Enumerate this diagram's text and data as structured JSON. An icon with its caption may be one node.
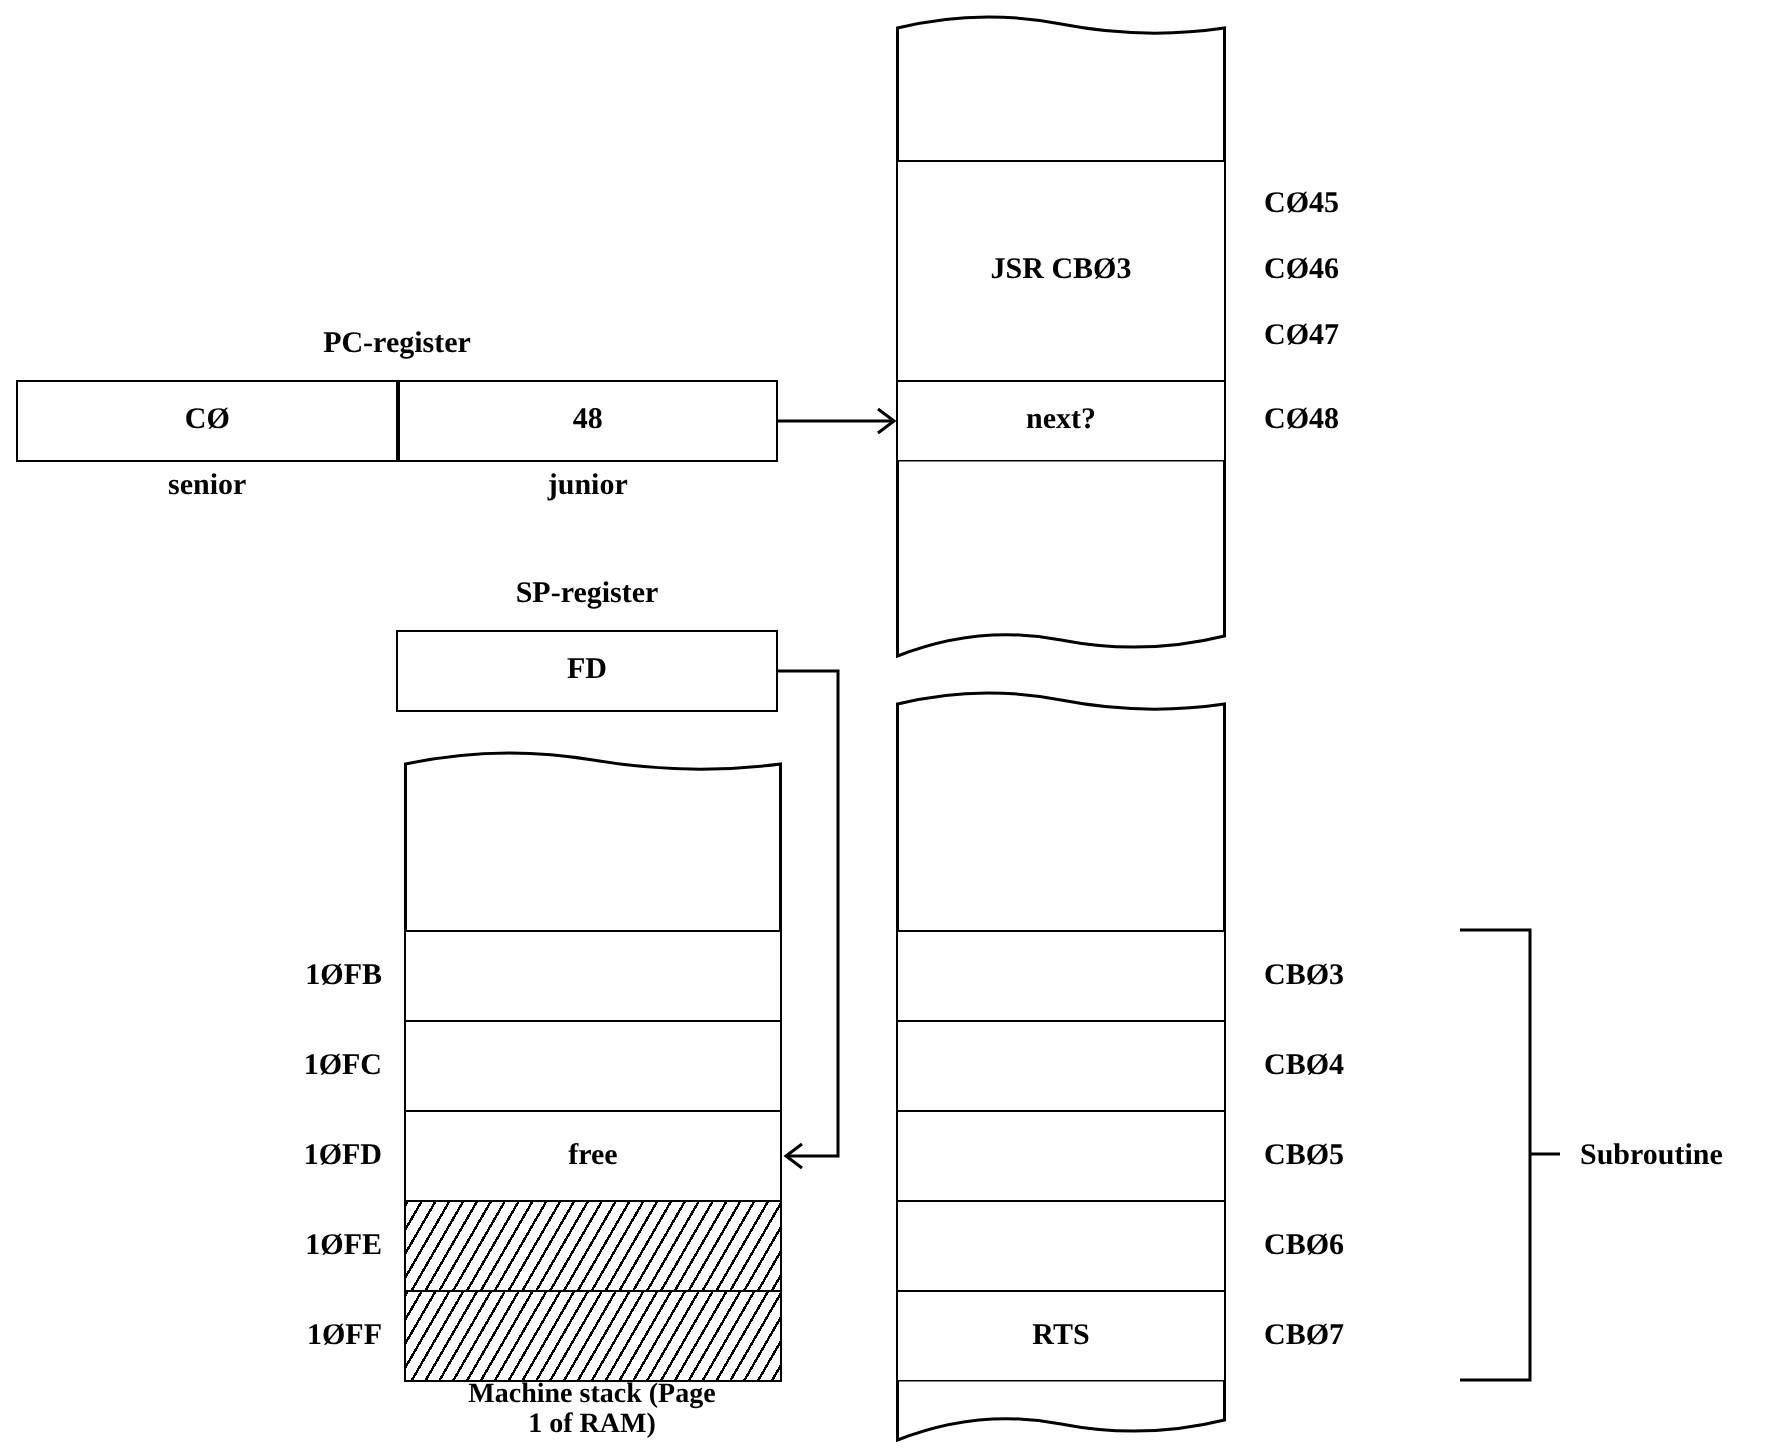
{
  "diagram": {
    "nodes": [
      {
        "text": [
          "PC-register"
        ]
      },
      {
        "text": [
          "CØ"
        ],
        "in": 0,
        "beside": [
          "senior"
        ]
      },
      {
        "text": [
          "48"
        ],
        "in": 0,
        "beside": [
          "junior"
        ]
      },
      {
        "text": [],
        "shape": "box"
      },
      {
        "text": [
          "JSR CBØ3"
        ],
        "beside": [
          "CØ45",
          "CØ46",
          "CØ47"
        ]
      },
      {
        "text": [
          "next?"
        ],
        "beside": [
          "CØ48"
        ]
      },
      {
        "text": [],
        "shape": "box"
      },
      {
        "text": [
          "SP-register",
          "FD"
        ]
      },
      {
        "text": [],
        "shape": "box"
      },
      {
        "text": [],
        "shape": "box",
        "beside": [
          "1ØFB"
        ]
      },
      {
        "text": [],
        "shape": "box",
        "beside": [
          "1ØFC"
        ]
      },
      {
        "text": [
          "free"
        ],
        "beside": [
          "1ØFD"
        ]
      },
      {
        "text": [],
        "shape": "box",
        "beside": [
          "1ØFE"
        ]
      },
      {
        "text": [],
        "shape": "box",
        "beside": [
          "1ØFF"
        ]
      },
      {
        "text": [],
        "shape": "box"
      },
      {
        "text": [],
        "shape": "box",
        "beside": [
          "CBØ3"
        ]
      },
      {
        "text": [],
        "shape": "box",
        "beside": [
          "CBØ4"
        ]
      },
      {
        "text": [],
        "shape": "box",
        "beside": [
          "CBØ5"
        ]
      },
      {
        "text": [],
        "shape": "box",
        "beside": [
          "CBØ6"
        ]
      },
      {
        "text": [
          "RTS"
        ],
        "beside": [
          "CBØ7"
        ]
      },
      {
        "text": [],
        "shape": "box"
      }
    ],
    "edges": [
      {
        "from": 0,
        "to": 5,
        "arrow": "to"
      },
      {
        "from": 7,
        "to": 11,
        "arrow": "to"
      }
    ],
    "labels": [
      "Machine stack (Page 1 of RAM)",
      "Subroutine"
    ]
  }
}
